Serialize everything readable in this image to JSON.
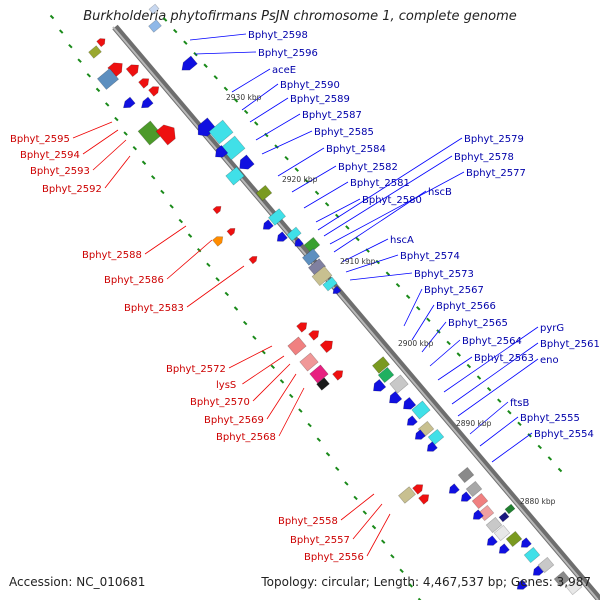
{
  "title": "Burkholderia phytofirmans PsJN chromosome 1, complete genome",
  "footer": {
    "accession": "Accession: NC_010681",
    "topology": "Topology: circular; Length: 4,467,537 bp; Genes: 3,987"
  },
  "scale_labels": [
    "2930 kbp",
    "2920 kbp",
    "2910 kbp",
    "2900 kbp",
    "2890 kbp",
    "2880 kbp"
  ],
  "labels_right": [
    "Bphyt_2598",
    "Bphyt_2596",
    "aceE",
    "Bphyt_2590",
    "Bphyt_2589",
    "Bphyt_2587",
    "Bphyt_2585",
    "Bphyt_2584",
    "Bphyt_2582",
    "Bphyt_2581",
    "Bphyt_2580",
    "Bphyt_2579",
    "Bphyt_2578",
    "Bphyt_2577",
    "hscB",
    "hscA",
    "Bphyt_2574",
    "Bphyt_2573",
    "Bphyt_2567",
    "Bphyt_2566",
    "Bphyt_2565",
    "Bphyt_2564",
    "Bphyt_2563",
    "pyrG",
    "Bphyt_2561",
    "eno",
    "ftsB",
    "Bphyt_2555",
    "Bphyt_2554"
  ],
  "labels_left": [
    "Bphyt_2595",
    "Bphyt_2594",
    "Bphyt_2593",
    "Bphyt_2592",
    "Bphyt_2588",
    "Bphyt_2586",
    "Bphyt_2583",
    "Bphyt_2572",
    "lysS",
    "Bphyt_2570",
    "Bphyt_2569",
    "Bphyt_2568",
    "Bphyt_2558",
    "Bphyt_2557",
    "Bphyt_2556"
  ],
  "colors": {
    "left_label": "#cc0000",
    "right_label": "#0000aa",
    "right_leader": "#0000ff",
    "left_leader": "#ee0000",
    "backbone": "#808080",
    "tick": "#1a8a1a"
  }
}
